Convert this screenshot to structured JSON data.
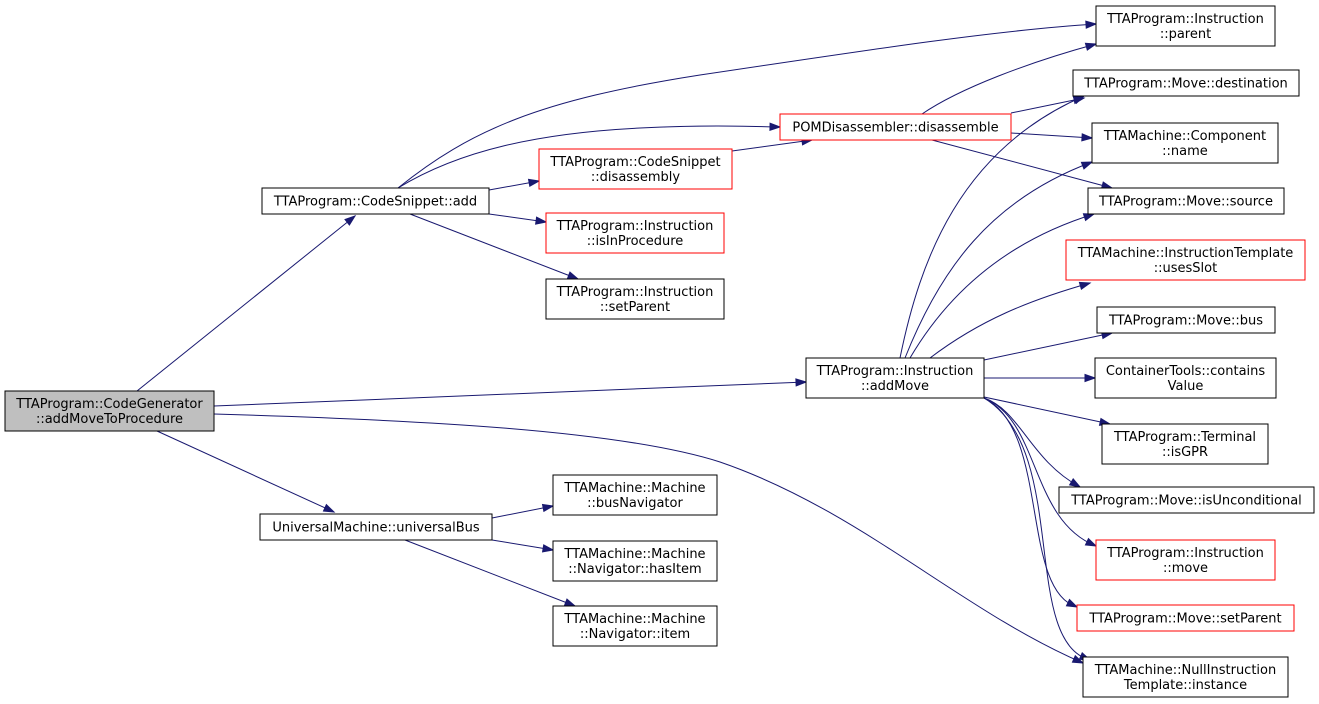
{
  "theme": {
    "edge_color": "#191970",
    "node_border": "#000000",
    "node_border_highlight": "#ff0000",
    "root_fill": "#bfbfbf"
  },
  "nodes": [
    {
      "id": "root",
      "lines": [
        "TTAProgram::CodeGenerator",
        "::addMoveToProcedure"
      ],
      "style": "root"
    },
    {
      "id": "cs_add",
      "lines": [
        "TTAProgram::CodeSnippet::add"
      ],
      "style": "normal"
    },
    {
      "id": "um_bus",
      "lines": [
        "UniversalMachine::universalBus"
      ],
      "style": "normal"
    },
    {
      "id": "cs_dis",
      "lines": [
        "TTAProgram::CodeSnippet",
        "::disassembly"
      ],
      "style": "red"
    },
    {
      "id": "ins_inproc",
      "lines": [
        "TTAProgram::Instruction",
        "::isInProcedure"
      ],
      "style": "red"
    },
    {
      "id": "ins_setparent",
      "lines": [
        "TTAProgram::Instruction",
        "::setParent"
      ],
      "style": "normal"
    },
    {
      "id": "m_busnav",
      "lines": [
        "TTAMachine::Machine",
        "::busNavigator"
      ],
      "style": "normal"
    },
    {
      "id": "m_hasitem",
      "lines": [
        "TTAMachine::Machine",
        "::Navigator::hasItem"
      ],
      "style": "normal"
    },
    {
      "id": "m_item",
      "lines": [
        "TTAMachine::Machine",
        "::Navigator::item"
      ],
      "style": "normal"
    },
    {
      "id": "pom_dis",
      "lines": [
        "POMDisassembler::disassemble"
      ],
      "style": "red"
    },
    {
      "id": "ins_addmove",
      "lines": [
        "TTAProgram::Instruction",
        "::addMove"
      ],
      "style": "normal"
    },
    {
      "id": "ins_parent",
      "lines": [
        "TTAProgram::Instruction",
        "::parent"
      ],
      "style": "normal"
    },
    {
      "id": "mv_dest",
      "lines": [
        "TTAProgram::Move::destination"
      ],
      "style": "normal"
    },
    {
      "id": "comp_name",
      "lines": [
        "TTAMachine::Component",
        "::name"
      ],
      "style": "normal"
    },
    {
      "id": "mv_source",
      "lines": [
        "TTAProgram::Move::source"
      ],
      "style": "normal"
    },
    {
      "id": "it_usesslot",
      "lines": [
        "TTAMachine::InstructionTemplate",
        "::usesSlot"
      ],
      "style": "red"
    },
    {
      "id": "mv_bus",
      "lines": [
        "TTAProgram::Move::bus"
      ],
      "style": "normal"
    },
    {
      "id": "ct_contains",
      "lines": [
        "ContainerTools::contains",
        "Value"
      ],
      "style": "normal"
    },
    {
      "id": "term_isgpr",
      "lines": [
        "TTAProgram::Terminal",
        "::isGPR"
      ],
      "style": "normal"
    },
    {
      "id": "mv_uncond",
      "lines": [
        "TTAProgram::Move::isUnconditional"
      ],
      "style": "normal"
    },
    {
      "id": "ins_move",
      "lines": [
        "TTAProgram::Instruction",
        "::move"
      ],
      "style": "red"
    },
    {
      "id": "mv_setparent",
      "lines": [
        "TTAProgram::Move::setParent"
      ],
      "style": "red"
    },
    {
      "id": "nit_instance",
      "lines": [
        "TTAMachine::NullInstruction",
        "Template::instance"
      ],
      "style": "normal"
    }
  ],
  "edges": [
    [
      "root",
      "cs_add"
    ],
    [
      "root",
      "ins_addmove"
    ],
    [
      "root",
      "um_bus"
    ],
    [
      "root",
      "nit_instance"
    ],
    [
      "cs_add",
      "ins_parent"
    ],
    [
      "cs_add",
      "pom_dis"
    ],
    [
      "cs_add",
      "cs_dis"
    ],
    [
      "cs_add",
      "ins_inproc"
    ],
    [
      "cs_add",
      "ins_setparent"
    ],
    [
      "cs_dis",
      "pom_dis"
    ],
    [
      "pom_dis",
      "ins_parent"
    ],
    [
      "pom_dis",
      "mv_dest"
    ],
    [
      "pom_dis",
      "comp_name"
    ],
    [
      "pom_dis",
      "mv_source"
    ],
    [
      "ins_addmove",
      "mv_dest"
    ],
    [
      "ins_addmove",
      "comp_name"
    ],
    [
      "ins_addmove",
      "mv_source"
    ],
    [
      "ins_addmove",
      "it_usesslot"
    ],
    [
      "ins_addmove",
      "mv_bus"
    ],
    [
      "ins_addmove",
      "ct_contains"
    ],
    [
      "ins_addmove",
      "term_isgpr"
    ],
    [
      "ins_addmove",
      "mv_uncond"
    ],
    [
      "ins_addmove",
      "ins_move"
    ],
    [
      "ins_addmove",
      "mv_setparent"
    ],
    [
      "ins_addmove",
      "nit_instance"
    ],
    [
      "um_bus",
      "m_busnav"
    ],
    [
      "um_bus",
      "m_hasitem"
    ],
    [
      "um_bus",
      "m_item"
    ]
  ]
}
